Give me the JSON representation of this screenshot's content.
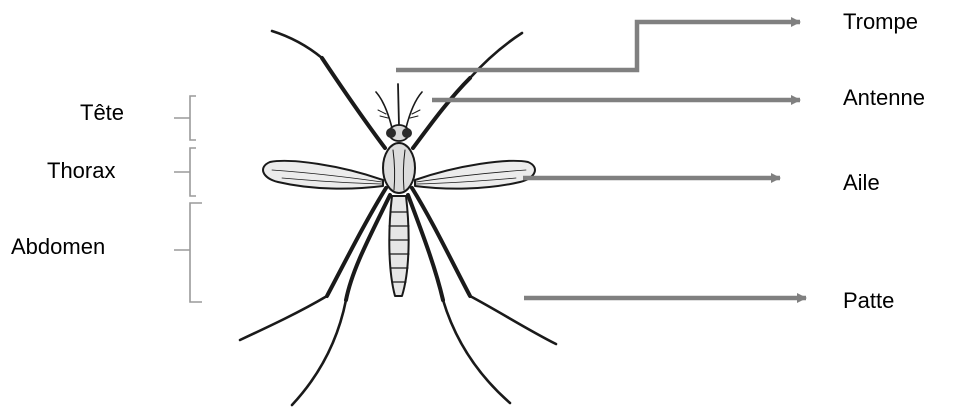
{
  "diagram": {
    "parts_labels": {
      "trompe": "Trompe",
      "antenne": "Antenne",
      "aile": "Aile",
      "patte": "Patte"
    },
    "body_regions": {
      "tete": "Tête",
      "thorax": "Thorax",
      "abdomen": "Abdomen"
    },
    "colors": {
      "pointer": "#808080",
      "bracket": "#9a9a9a",
      "ink": "#1a1a1a",
      "wing_fill": "#ececec"
    },
    "illustration": "mosquito-icon"
  }
}
